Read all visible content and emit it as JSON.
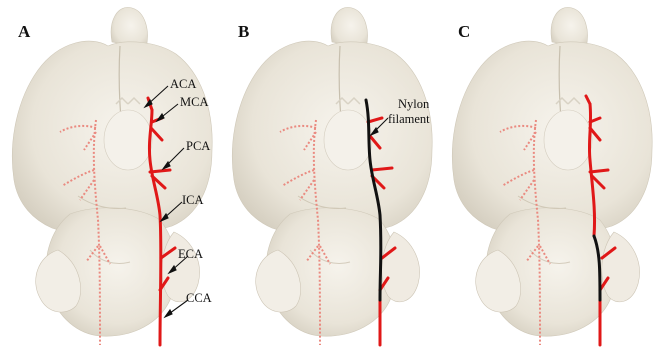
{
  "panels": [
    {
      "letter": "A"
    },
    {
      "letter": "B"
    },
    {
      "letter": "C"
    }
  ],
  "labels": {
    "aca": "ACA",
    "mca": "MCA",
    "pca": "PCA",
    "ica": "ICA",
    "eca": "ECA",
    "cca": "CCA",
    "nylon_line1": "Nylon",
    "nylon_line2": "filament"
  },
  "colors": {
    "background": "#ffffff",
    "brain_tissue": "#ece7dc",
    "artery": "#e01818",
    "faint_vessel": "#ea8a80",
    "filament": "#111111"
  }
}
